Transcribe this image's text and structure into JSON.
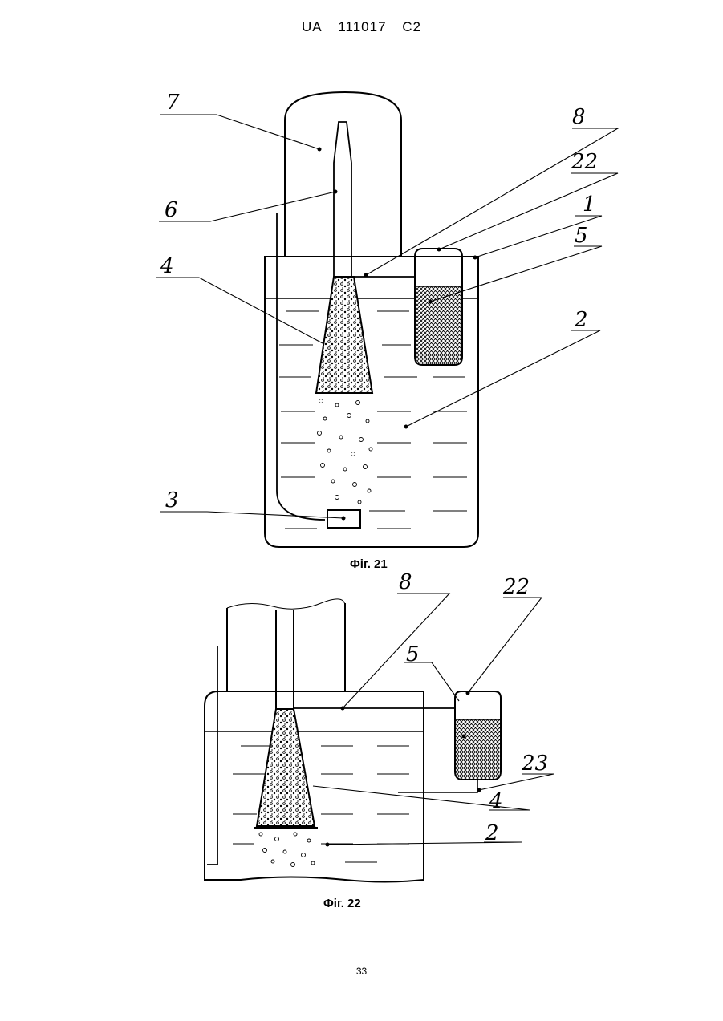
{
  "header": {
    "country": "UA",
    "number": "111017",
    "kind": "C2"
  },
  "page_number": "33",
  "figures": [
    {
      "caption": "Фіг. 21",
      "labels": {
        "l7": "7",
        "l6": "6",
        "l4": "4",
        "l3": "3",
        "l8": "8",
        "l22": "22",
        "l1": "1",
        "l5": "5",
        "l2": "2"
      }
    },
    {
      "caption": "Фіг. 22",
      "labels": {
        "l8": "8",
        "l22": "22",
        "l5": "5",
        "l23": "23",
        "l4": "4",
        "l2": "2"
      }
    }
  ]
}
